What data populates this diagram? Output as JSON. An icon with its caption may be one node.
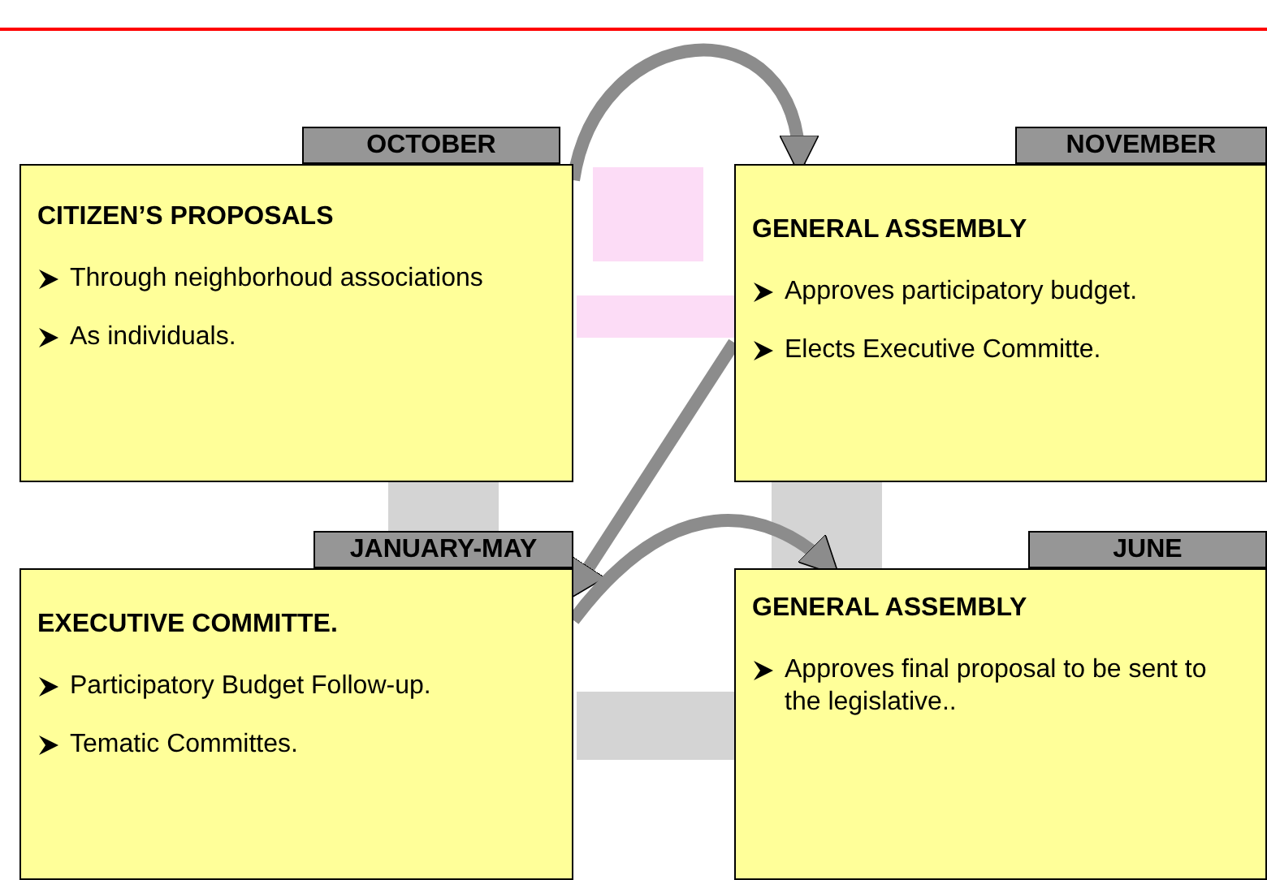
{
  "diagram": {
    "nodes": [
      {
        "text": [
          "OCTOBER"
        ]
      },
      {
        "text": [
          "CITIZEN’S PROPOSALS",
          "Through neighborhoud associations",
          "As individuals."
        ]
      },
      {
        "text": [
          "NOVEMBER"
        ]
      },
      {
        "text": [
          "GENERAL ASSEMBLY",
          "Approves participatory budget.",
          "Elects Executive Committe."
        ]
      },
      {
        "text": [
          "JANUARY-MAY"
        ]
      },
      {
        "text": [
          "EXECUTIVE COMMITTE.",
          "Participatory Budget Follow-up.",
          "Tematic Committes."
        ]
      },
      {
        "text": [
          "JUNE"
        ]
      },
      {
        "text": [
          "GENERAL ASSEMBLY",
          "Approves final proposal to be sent to  the legislative.."
        ]
      }
    ],
    "edges": [
      {
        "from": 1,
        "to": 3,
        "arrow": "to"
      },
      {
        "from": 3,
        "to": 5,
        "arrow": "to"
      },
      {
        "from": 5,
        "to": 7,
        "arrow": "to"
      }
    ]
  }
}
